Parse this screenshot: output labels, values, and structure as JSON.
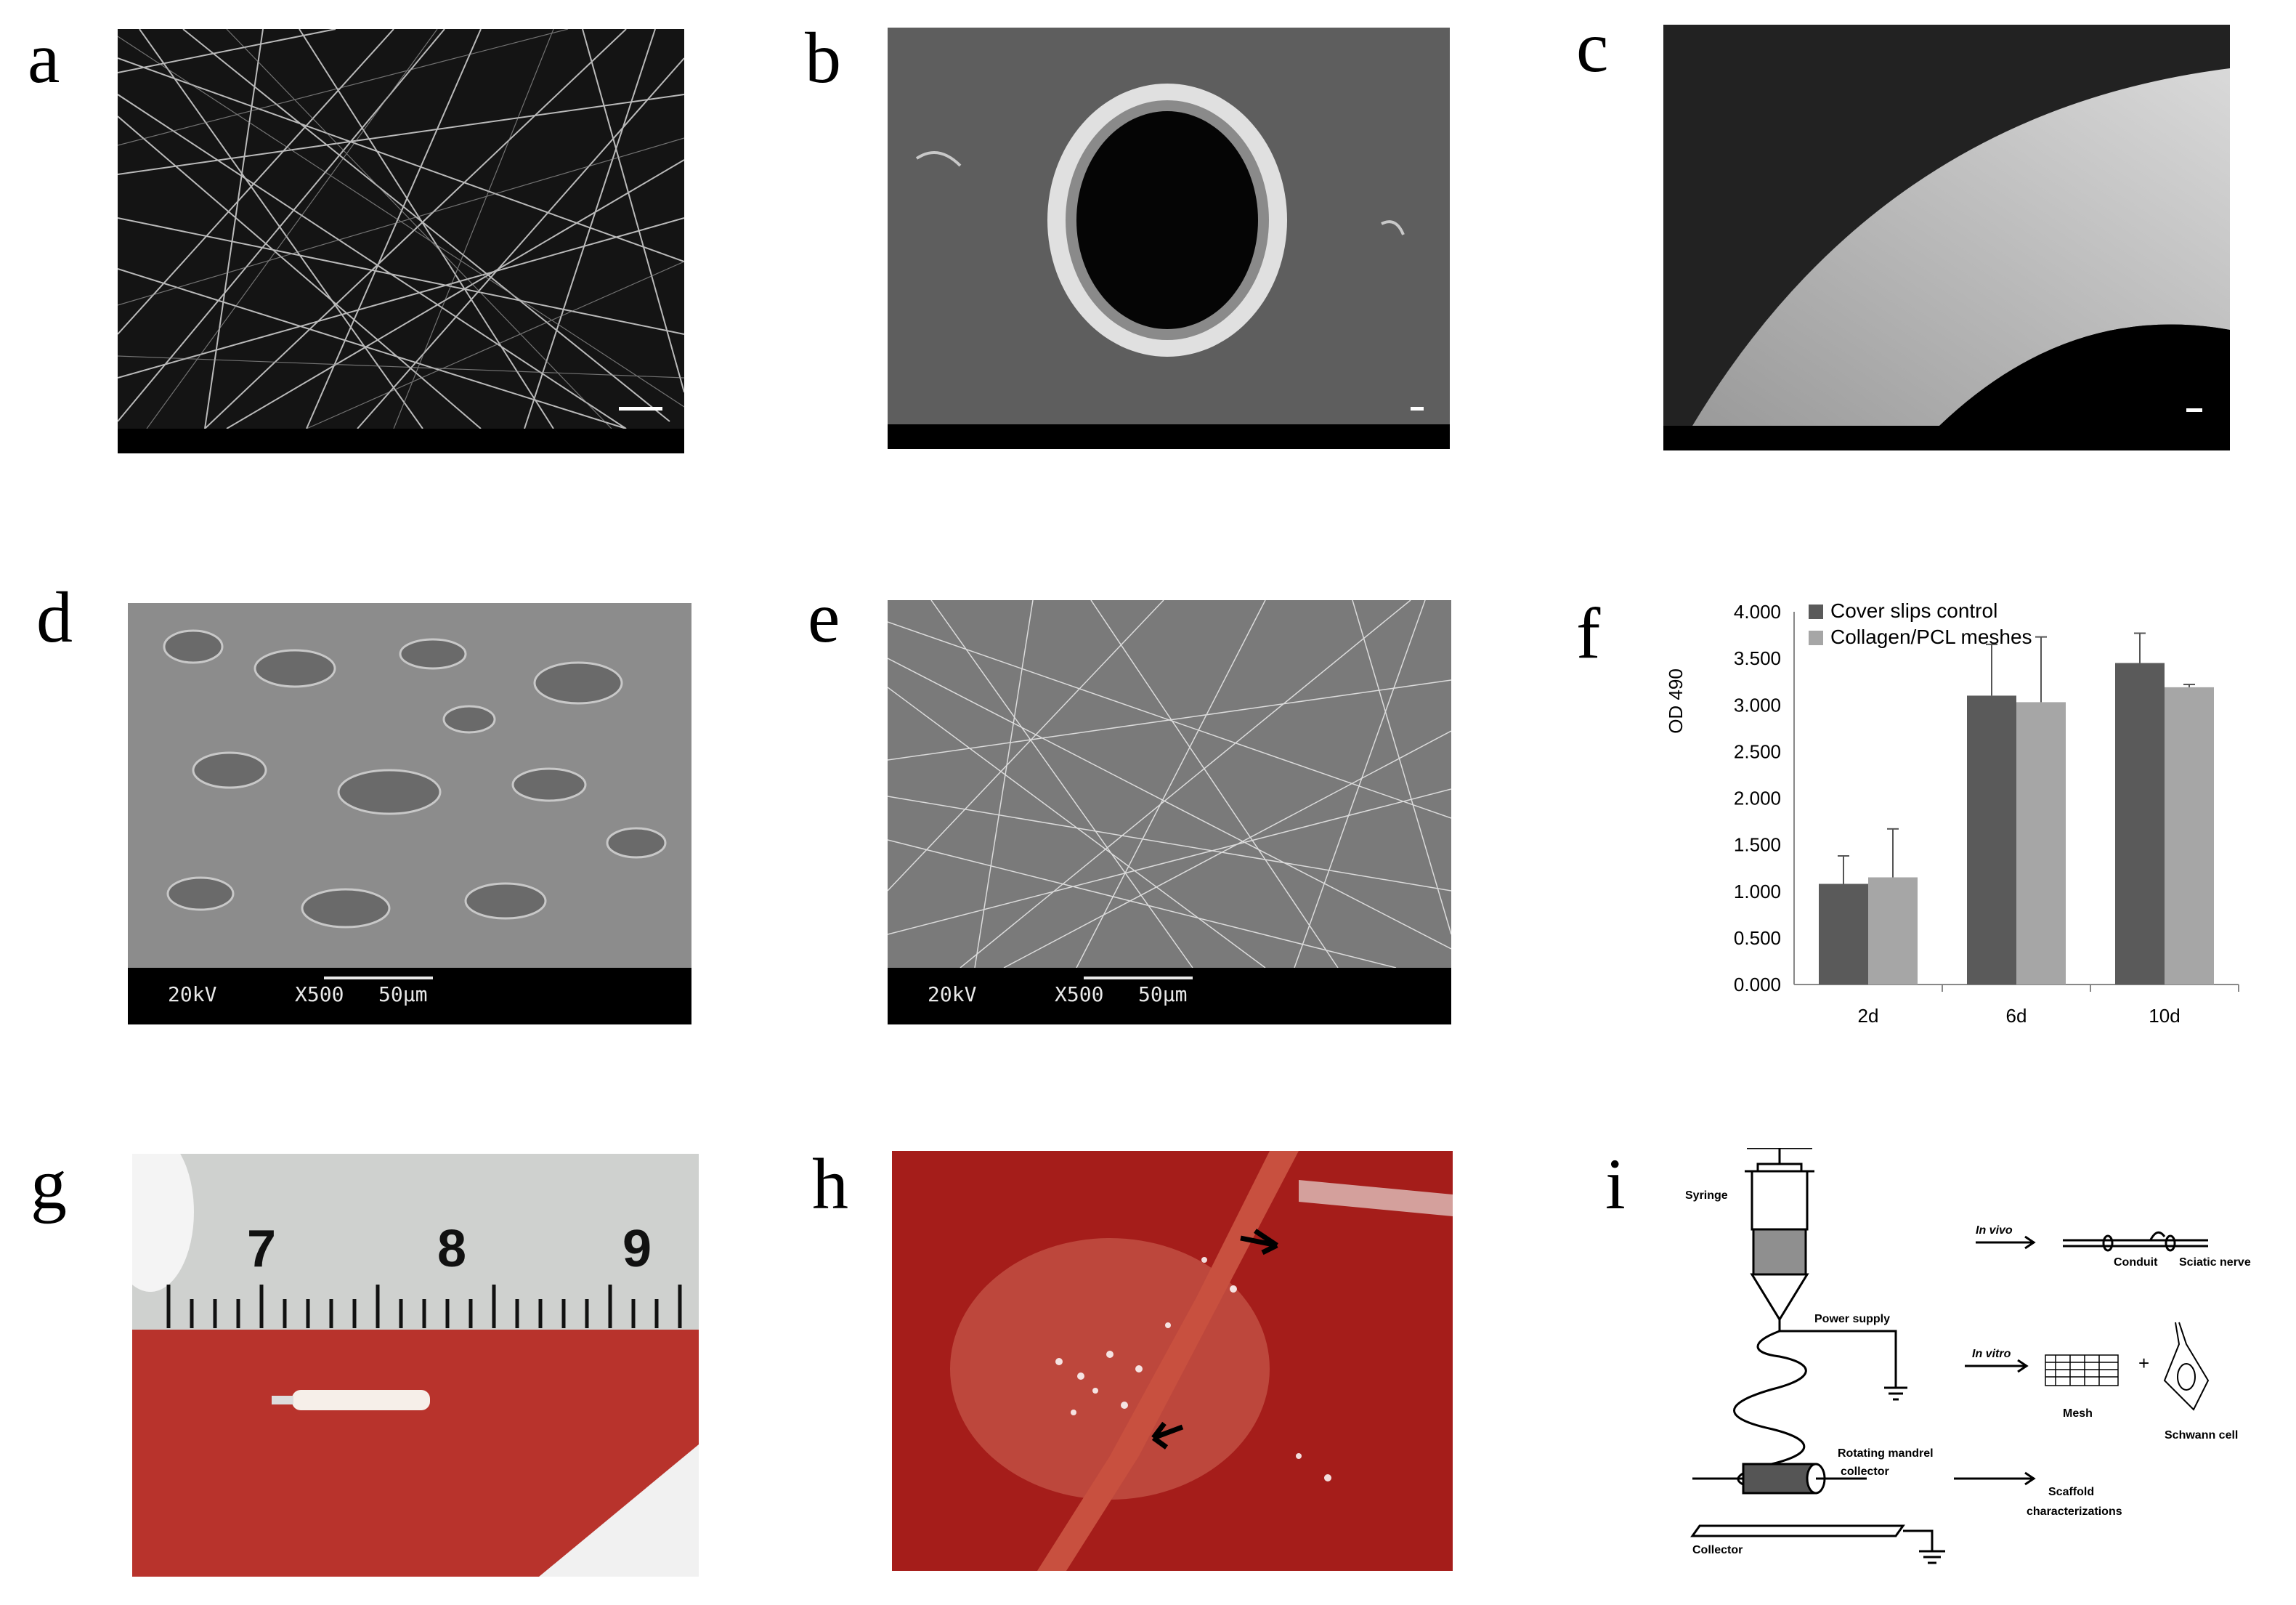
{
  "panel_labels": [
    "a",
    "b",
    "c",
    "d",
    "e",
    "f",
    "g",
    "h",
    "i"
  ],
  "sem_d": {
    "kv": "20kV",
    "mag": "X500",
    "scale": "50µm"
  },
  "sem_e": {
    "kv": "20kV",
    "mag": "X500",
    "scale": "50µm"
  },
  "ruler_numbers": [
    "7",
    "8",
    "9"
  ],
  "chart_data": {
    "type": "bar",
    "ylabel": "OD 490",
    "categories": [
      "2d",
      "6d",
      "10d"
    ],
    "ylim": [
      0,
      4
    ],
    "yticks": [
      "0.000",
      "0.500",
      "1.000",
      "1.500",
      "2.000",
      "2.500",
      "3.000",
      "3.500",
      "4.000"
    ],
    "legend_position": "top-left",
    "series": [
      {
        "name": "Cover slips control",
        "color": "#5a5a5a",
        "values": [
          1.08,
          3.1,
          3.45
        ],
        "errors": [
          0.3,
          0.55,
          0.32
        ]
      },
      {
        "name": "Collagen/PCL meshes",
        "color": "#a6a6a6",
        "values": [
          1.15,
          3.03,
          3.19
        ],
        "errors": [
          0.52,
          0.7,
          0.03
        ]
      }
    ]
  },
  "diagram_i": {
    "syringe": "Syringe",
    "power_supply": "Power supply",
    "rotating_mandrel": "Rotating mandrel",
    "collector_label": "collector",
    "collector": "Collector",
    "in_vivo": "In vivo",
    "conduit": "Conduit",
    "sciatic_nerve": "Sciatic nerve",
    "in_vitro": "In vitro",
    "mesh": "Mesh",
    "schwann_cell": "Schwann cell",
    "scaffold": "Scaffold",
    "characterizations": "characterizations"
  }
}
